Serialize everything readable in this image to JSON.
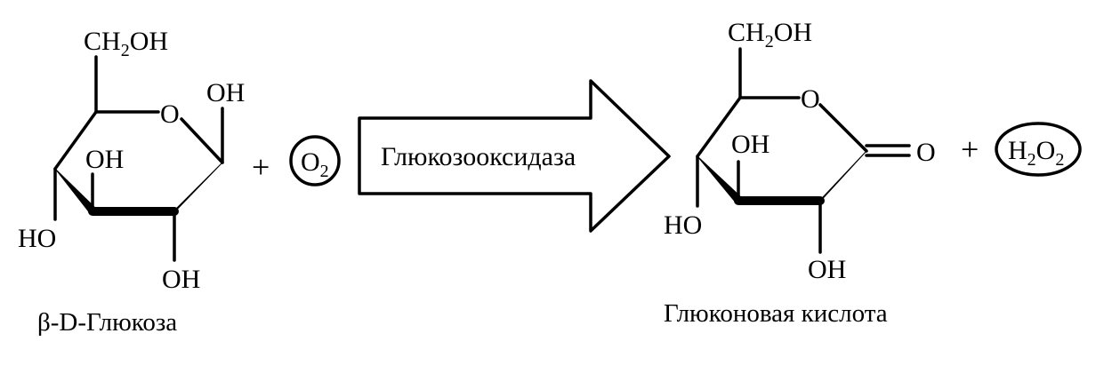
{
  "reactant": {
    "ch2oh_main": "CH",
    "ch2oh_sub": "2",
    "ch2oh_tail": "OH",
    "ring_o": "O",
    "oh_c1": "OH",
    "oh_c3": "OH",
    "ho_c4": "HO",
    "oh_c2": "OH",
    "name": "β-D-Глюкоза"
  },
  "plus_1": "+",
  "oxygen": {
    "main": "O",
    "sub": "2"
  },
  "enzyme_label": "Глюкозооксидаза",
  "product": {
    "ch2oh_main": "CH",
    "ch2oh_sub": "2",
    "ch2oh_tail": "OH",
    "ring_o": "O",
    "carbonyl_o": "O",
    "oh_c3": "OH",
    "ho_c4": "HO",
    "oh_c2": "OH",
    "name": "Глюконовая кислота"
  },
  "plus_2": "+",
  "peroxide": {
    "h": "H",
    "sub1": "2",
    "o": "O",
    "sub2": "2"
  }
}
